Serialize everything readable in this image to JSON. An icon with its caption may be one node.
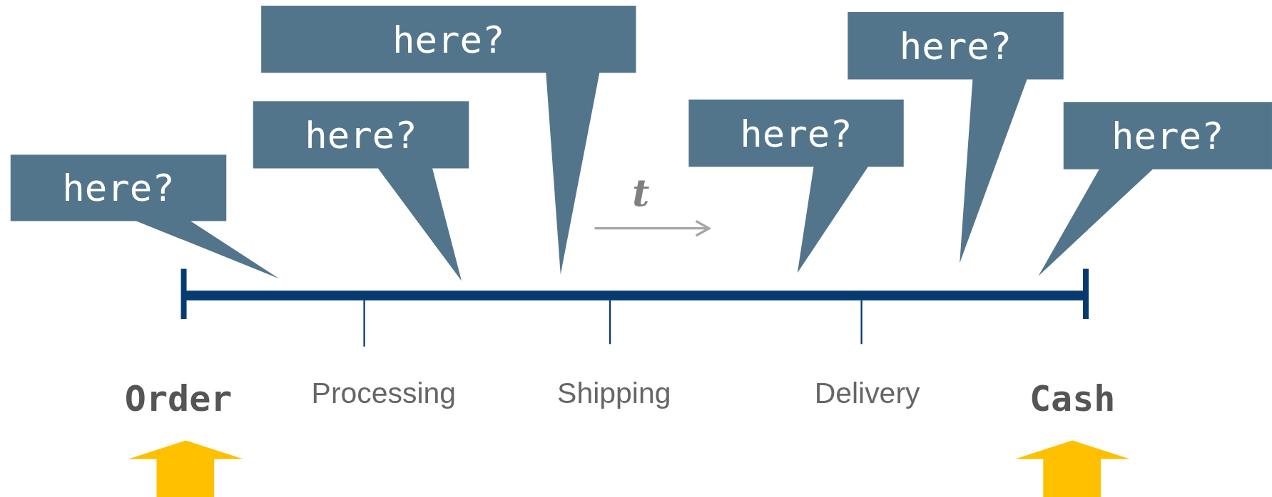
{
  "diagram": {
    "nodes": [
      {
        "text": [
          "here?"
        ]
      },
      {
        "text": [
          "here?"
        ]
      },
      {
        "text": [
          "here?"
        ]
      },
      {
        "text": [
          "here?"
        ]
      },
      {
        "text": [
          "here?"
        ]
      },
      {
        "text": [
          "here?"
        ]
      }
    ],
    "labels": [
      "t",
      "Order",
      "Processing",
      "Shipping",
      "Delivery",
      "Cash"
    ]
  }
}
